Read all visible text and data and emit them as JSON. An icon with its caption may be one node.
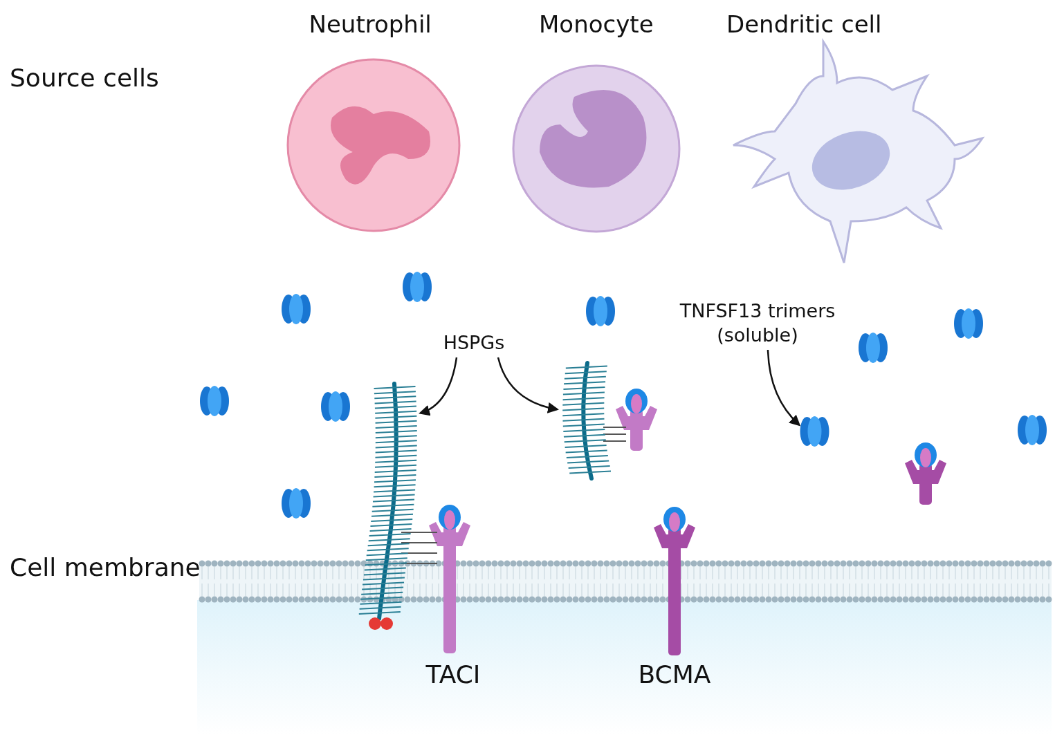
{
  "diagram": {
    "nodes": [
      {
        "text": [
          "HSPGs"
        ]
      },
      {
        "text": [],
        "shape": "picture"
      },
      {
        "text": [],
        "shape": "picture"
      },
      {
        "text": [
          "TNFSF13 trimers (soluble)"
        ]
      },
      {
        "text": [],
        "shape": "picture"
      }
    ],
    "edges": [
      {
        "from": 0,
        "to": 1,
        "arrow": "to"
      },
      {
        "from": 0,
        "to": 2,
        "arrow": "to"
      },
      {
        "from": 3,
        "to": 4,
        "arrow": "to"
      }
    ],
    "labels": [
      "Neutrophil",
      "Monocyte",
      "Dendritic cell",
      "Source cells",
      "Cell membrane",
      "TACI",
      "BCMA"
    ]
  }
}
